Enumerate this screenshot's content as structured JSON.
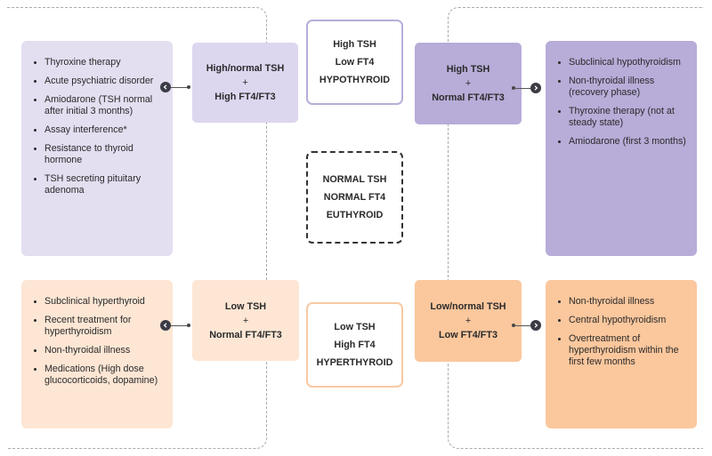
{
  "top_center": {
    "line1": "High TSH",
    "line2": "Low FT4",
    "line3": "HYPOTHYROID"
  },
  "middle_center": {
    "line1": "NORMAL TSH",
    "line2": "NORMAL FT4",
    "line3": "EUTHYROID"
  },
  "bottom_center": {
    "line1": "Low TSH",
    "line2": "High FT4",
    "line3": "HYPERTHYROID"
  },
  "top_left": {
    "label_line1": "High/normal TSH",
    "plus": "+",
    "label_line2": "High FT4/FT3",
    "causes": [
      "Thyroxine therapy",
      "Acute psychiatric disorder",
      "Amiodarone (TSH normal after initial 3 months)",
      "Assay interference*",
      "Resistance to thyroid hormone",
      "TSH secreting pituitary adenoma"
    ]
  },
  "top_right": {
    "label_line1": "High TSH",
    "plus": "+",
    "label_line2": "Normal FT4/FT3",
    "causes": [
      "Subclinical hypothyroidism",
      "Non-thyroidal illness (recovery phase)",
      "Thyroxine therapy (not at steady state)",
      "Amiodarone (first 3 months)"
    ]
  },
  "bottom_left": {
    "label_line1": "Low TSH",
    "plus": "+",
    "label_line2": "Normal FT4/FT3",
    "causes": [
      "Subclinical hyperthyroid",
      "Recent treatment for hyperthyroidism",
      "Non-thyroidal illness",
      "Medications (High dose glucocorticoids, dopamine)"
    ]
  },
  "bottom_right": {
    "label_line1": "Low/normal TSH",
    "plus": "+",
    "label_line2": "Low FT4/FT3",
    "causes": [
      "Non-thyroidal illness",
      "Central hypothyroidism",
      "Overtreatment of hyperthyroidism within the first few months"
    ]
  },
  "colors": {
    "lavender_light": "#e4def1",
    "lavender_mid": "#ddd6ef",
    "purple": "#b8acd8",
    "peach_light": "#fde6d4",
    "orange": "#fbc79d",
    "purple_border": "#b7aed8",
    "orange_border": "#f7c9a4",
    "arrow": "#3b3b45"
  }
}
